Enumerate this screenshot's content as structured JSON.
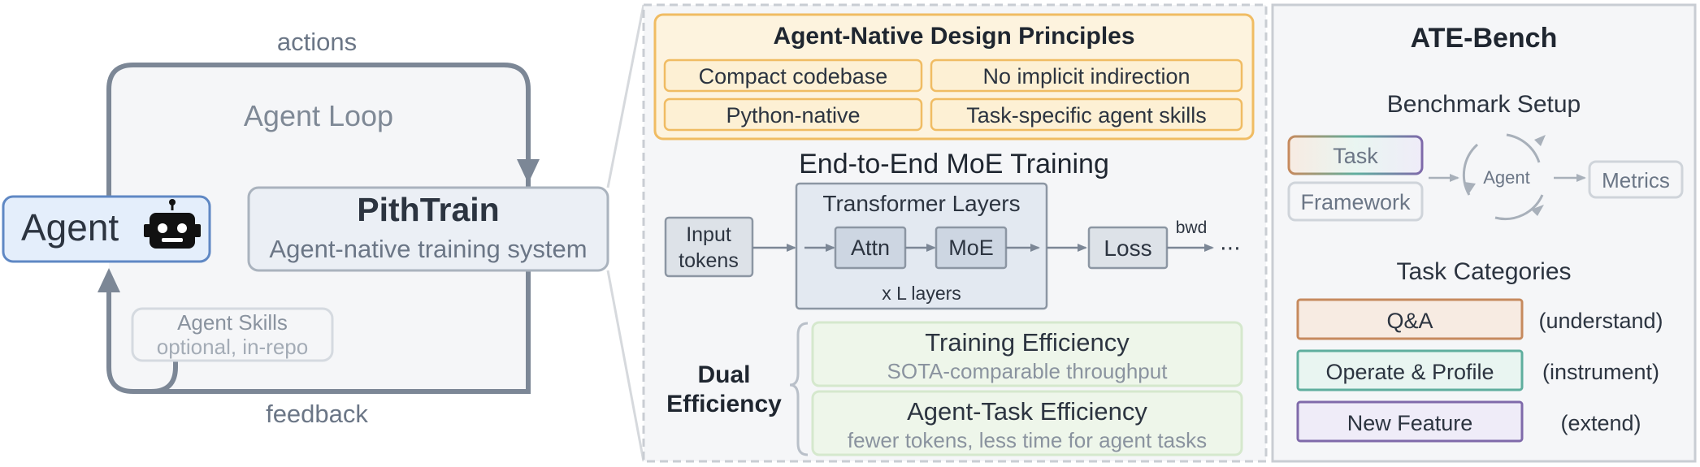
{
  "left": {
    "actions_label": "actions",
    "feedback_label": "feedback",
    "loop_title": "Agent Loop",
    "agent_label": "Agent",
    "pithtrain": {
      "title": "PithTrain",
      "subtitle": "Agent-native training system"
    },
    "skills": {
      "title": "Agent Skills",
      "subtitle": "optional, in-repo"
    }
  },
  "middle": {
    "principles": {
      "title": "Agent-Native Design Principles",
      "items": [
        "Compact codebase",
        "No implicit indirection",
        "Python-native",
        "Task-specific agent skills"
      ]
    },
    "training": {
      "title": "End-to-End MoE Training",
      "input": [
        "Input",
        "tokens"
      ],
      "layers_title": "Transformer Layers",
      "attn": "Attn",
      "moe": "MoE",
      "layers_note": "x L layers",
      "loss": "Loss",
      "bwd": "bwd",
      "ellipsis": "⋯"
    },
    "dual": {
      "title": [
        "Dual",
        "Efficiency"
      ],
      "items": [
        {
          "title": "Training Efficiency",
          "subtitle": "SOTA-comparable throughput"
        },
        {
          "title": "Agent-Task Efficiency",
          "subtitle": "fewer tokens, less time for agent tasks"
        }
      ]
    }
  },
  "right": {
    "title": "ATE-Bench",
    "setup": {
      "title": "Benchmark Setup",
      "task": "Task",
      "framework": "Framework",
      "agent": "Agent",
      "metrics": "Metrics"
    },
    "categories": {
      "title": "Task Categories",
      "items": [
        {
          "label": "Q&A",
          "note": "(understand)"
        },
        {
          "label": "Operate & Profile",
          "note": "(instrument)"
        },
        {
          "label": "New Feature",
          "note": "(extend)"
        }
      ]
    }
  },
  "colors": {
    "slate": "#7c8796",
    "dark_slate": "#6b7686",
    "text_gray": "#8a939f",
    "agent_blue_fill": "#e4eefb",
    "agent_blue_stroke": "#5f88c4",
    "principles_fill": "#fdf3de",
    "principles_stroke": "#f0bc63",
    "green_fill": "#eef6ea",
    "green_stroke": "#d5e8cd",
    "qa_stroke": "#c68a5e",
    "qa_fill": "#f7ebe2",
    "op_stroke": "#5fae9e",
    "op_fill": "#e9f5f1",
    "nf_stroke": "#7f6aaa",
    "nf_fill": "#efecf8"
  }
}
